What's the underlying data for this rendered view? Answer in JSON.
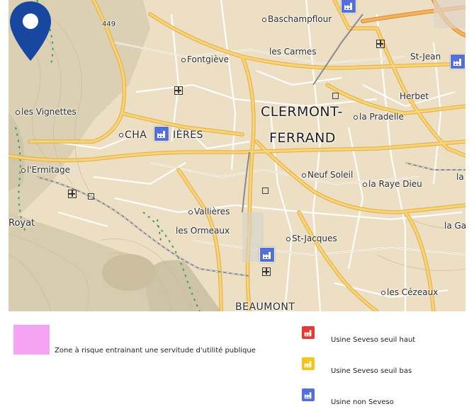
{
  "map": {
    "place_labels": {
      "road_449": "449",
      "baschampflour": "Baschampflour",
      "fontgieve": "Fontgiève",
      "les_carmes": "les Carmes",
      "st_jean": "St-Jean",
      "herbet": "Herbet",
      "les_vignettes": "les Vignettes",
      "clermont": "CLERMONT-",
      "ferrand": "FERRAND",
      "la_pradelle": "la Pradelle",
      "chamalieres_a": "CHA",
      "chamalieres_b": "IÈRES",
      "l_ermitage": "l'Ermitage",
      "neuf_soleil": "Neuf Soleil",
      "la_raye_dieu": "la Raye Dieu",
      "la_s": "la S",
      "royat": "Royat",
      "vallieres": "Vallières",
      "les_ormeaux": "les Ormeaux",
      "st_jacques": "St-Jacques",
      "la_ga": "la Ga",
      "les_cezeaux": "les Cézeaux",
      "beaumont": "BEAUMONT"
    },
    "location_marker": "location-pin",
    "facility_color": "#5470d8"
  },
  "legend": {
    "zone": {
      "label": "Zone à risque entrainant une servitude d'utilité publique",
      "color": "#f5a3f3"
    },
    "items": [
      {
        "label": "Usine Seveso seuil haut",
        "color": "#e53935",
        "icon": "factory-icon"
      },
      {
        "label": "Usine Seveso seuil bas",
        "color": "#f7c21b",
        "icon": "factory-icon"
      },
      {
        "label": "Usine non Seveso",
        "color": "#5470d8",
        "icon": "factory-icon"
      }
    ]
  }
}
